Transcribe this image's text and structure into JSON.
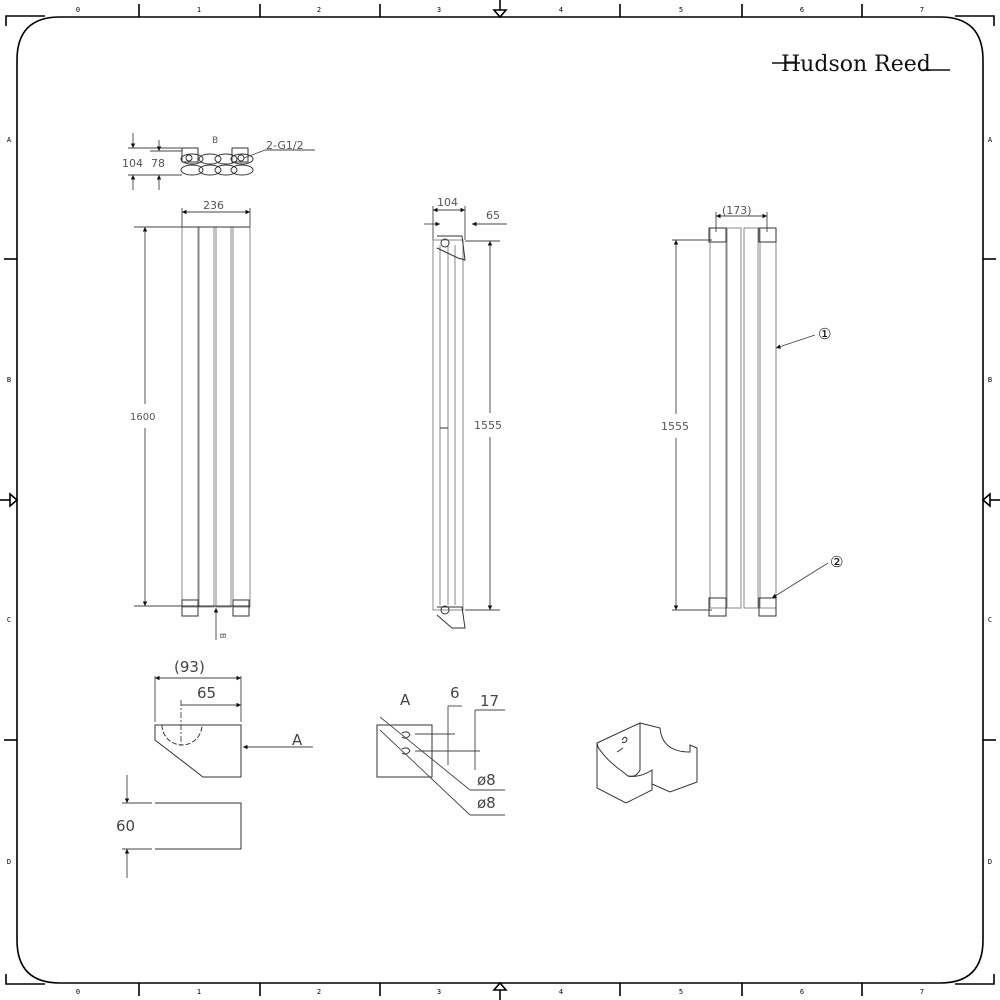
{
  "brand": {
    "logo_text": "Hudson Reed"
  },
  "frame": {
    "column_labels": [
      "0",
      "1",
      "2",
      "3",
      "4",
      "5",
      "6",
      "7"
    ],
    "row_labels": [
      "A",
      "B",
      "C",
      "D"
    ]
  },
  "top_view": {
    "label_b": "B",
    "dim_overall_depth": "104",
    "dim_tube_depth": "78",
    "connection_label": "2-G1/2"
  },
  "front_view": {
    "dim_width": "236",
    "dim_height": "1600",
    "section_marker": "B"
  },
  "side_view": {
    "dim_depth": "104",
    "dim_wall_offset": "65",
    "dim_bracket_centres": "1555"
  },
  "rear_view": {
    "dim_bracket_spacing": "(173)",
    "dim_bracket_centres": "1555",
    "callout_1": "①",
    "callout_2": "②"
  },
  "bracket_side_detail": {
    "dim_overall": "(93)",
    "dim_offset": "65",
    "view_arrow_label": "A"
  },
  "bracket_plan_detail": {
    "dim_width": "60"
  },
  "bracket_view_a": {
    "title": "A",
    "dim_hole_top": "6",
    "dim_hole_spacing": "17",
    "hole_dia_1": "ø8",
    "hole_dia_2": "ø8"
  },
  "bracket_isometric": {
    "label": ""
  }
}
